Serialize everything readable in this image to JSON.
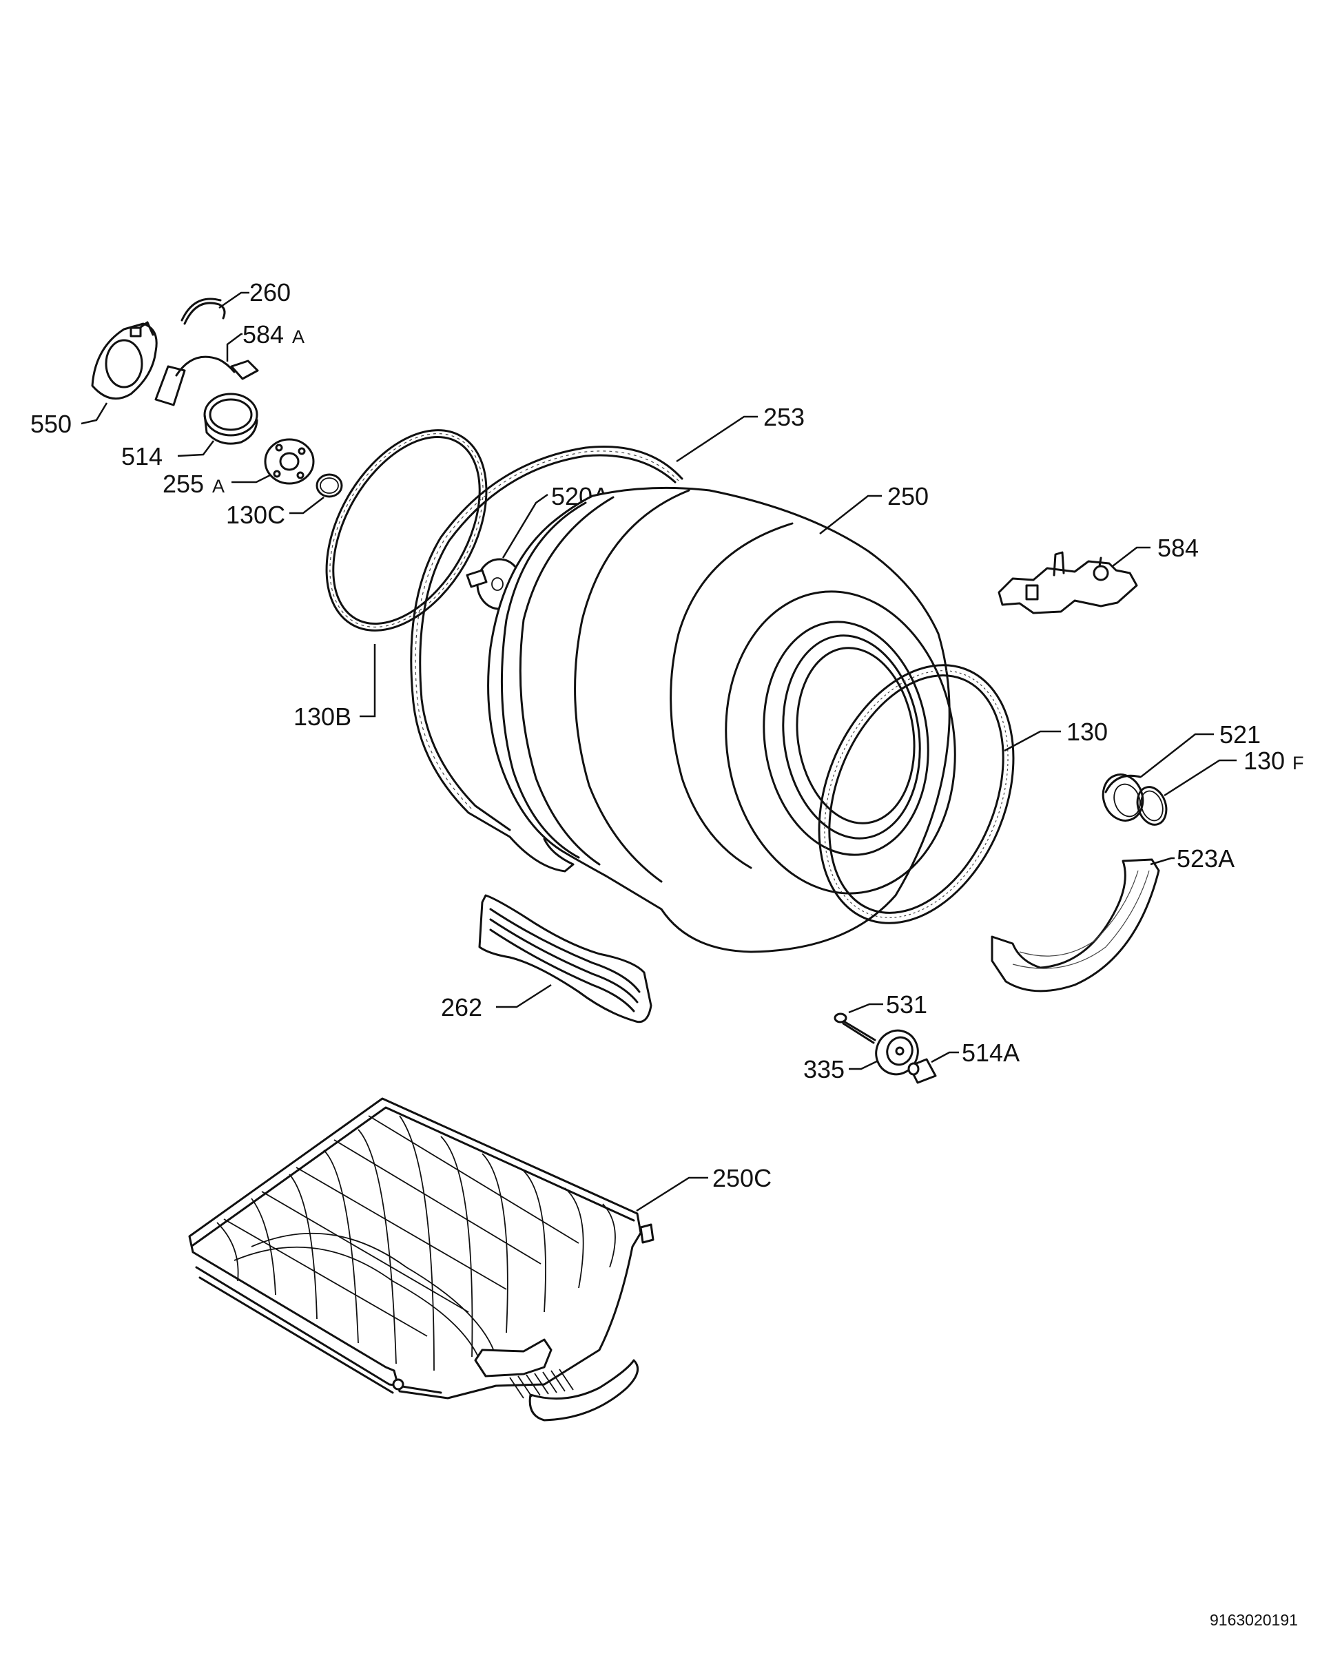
{
  "labels": {
    "p260": "260",
    "p584a_num": "584",
    "p584a_suf": "A",
    "p550": "550",
    "p514": "514",
    "p255a_num": "255",
    "p255a_suf": "A",
    "p130c": "130C",
    "p253": "253",
    "p520a": "520A",
    "p250": "250",
    "p584": "584",
    "p130b": "130B",
    "p130": "130",
    "p521": "521",
    "p130f_num": "130",
    "p130f_suf": "F",
    "p523a": "523A",
    "p262": "262",
    "p531": "531",
    "p335": "335",
    "p514a": "514A",
    "p250c": "250C"
  },
  "document_number": "9163020191",
  "colors": {
    "line": "#111111",
    "background": "#ffffff"
  }
}
